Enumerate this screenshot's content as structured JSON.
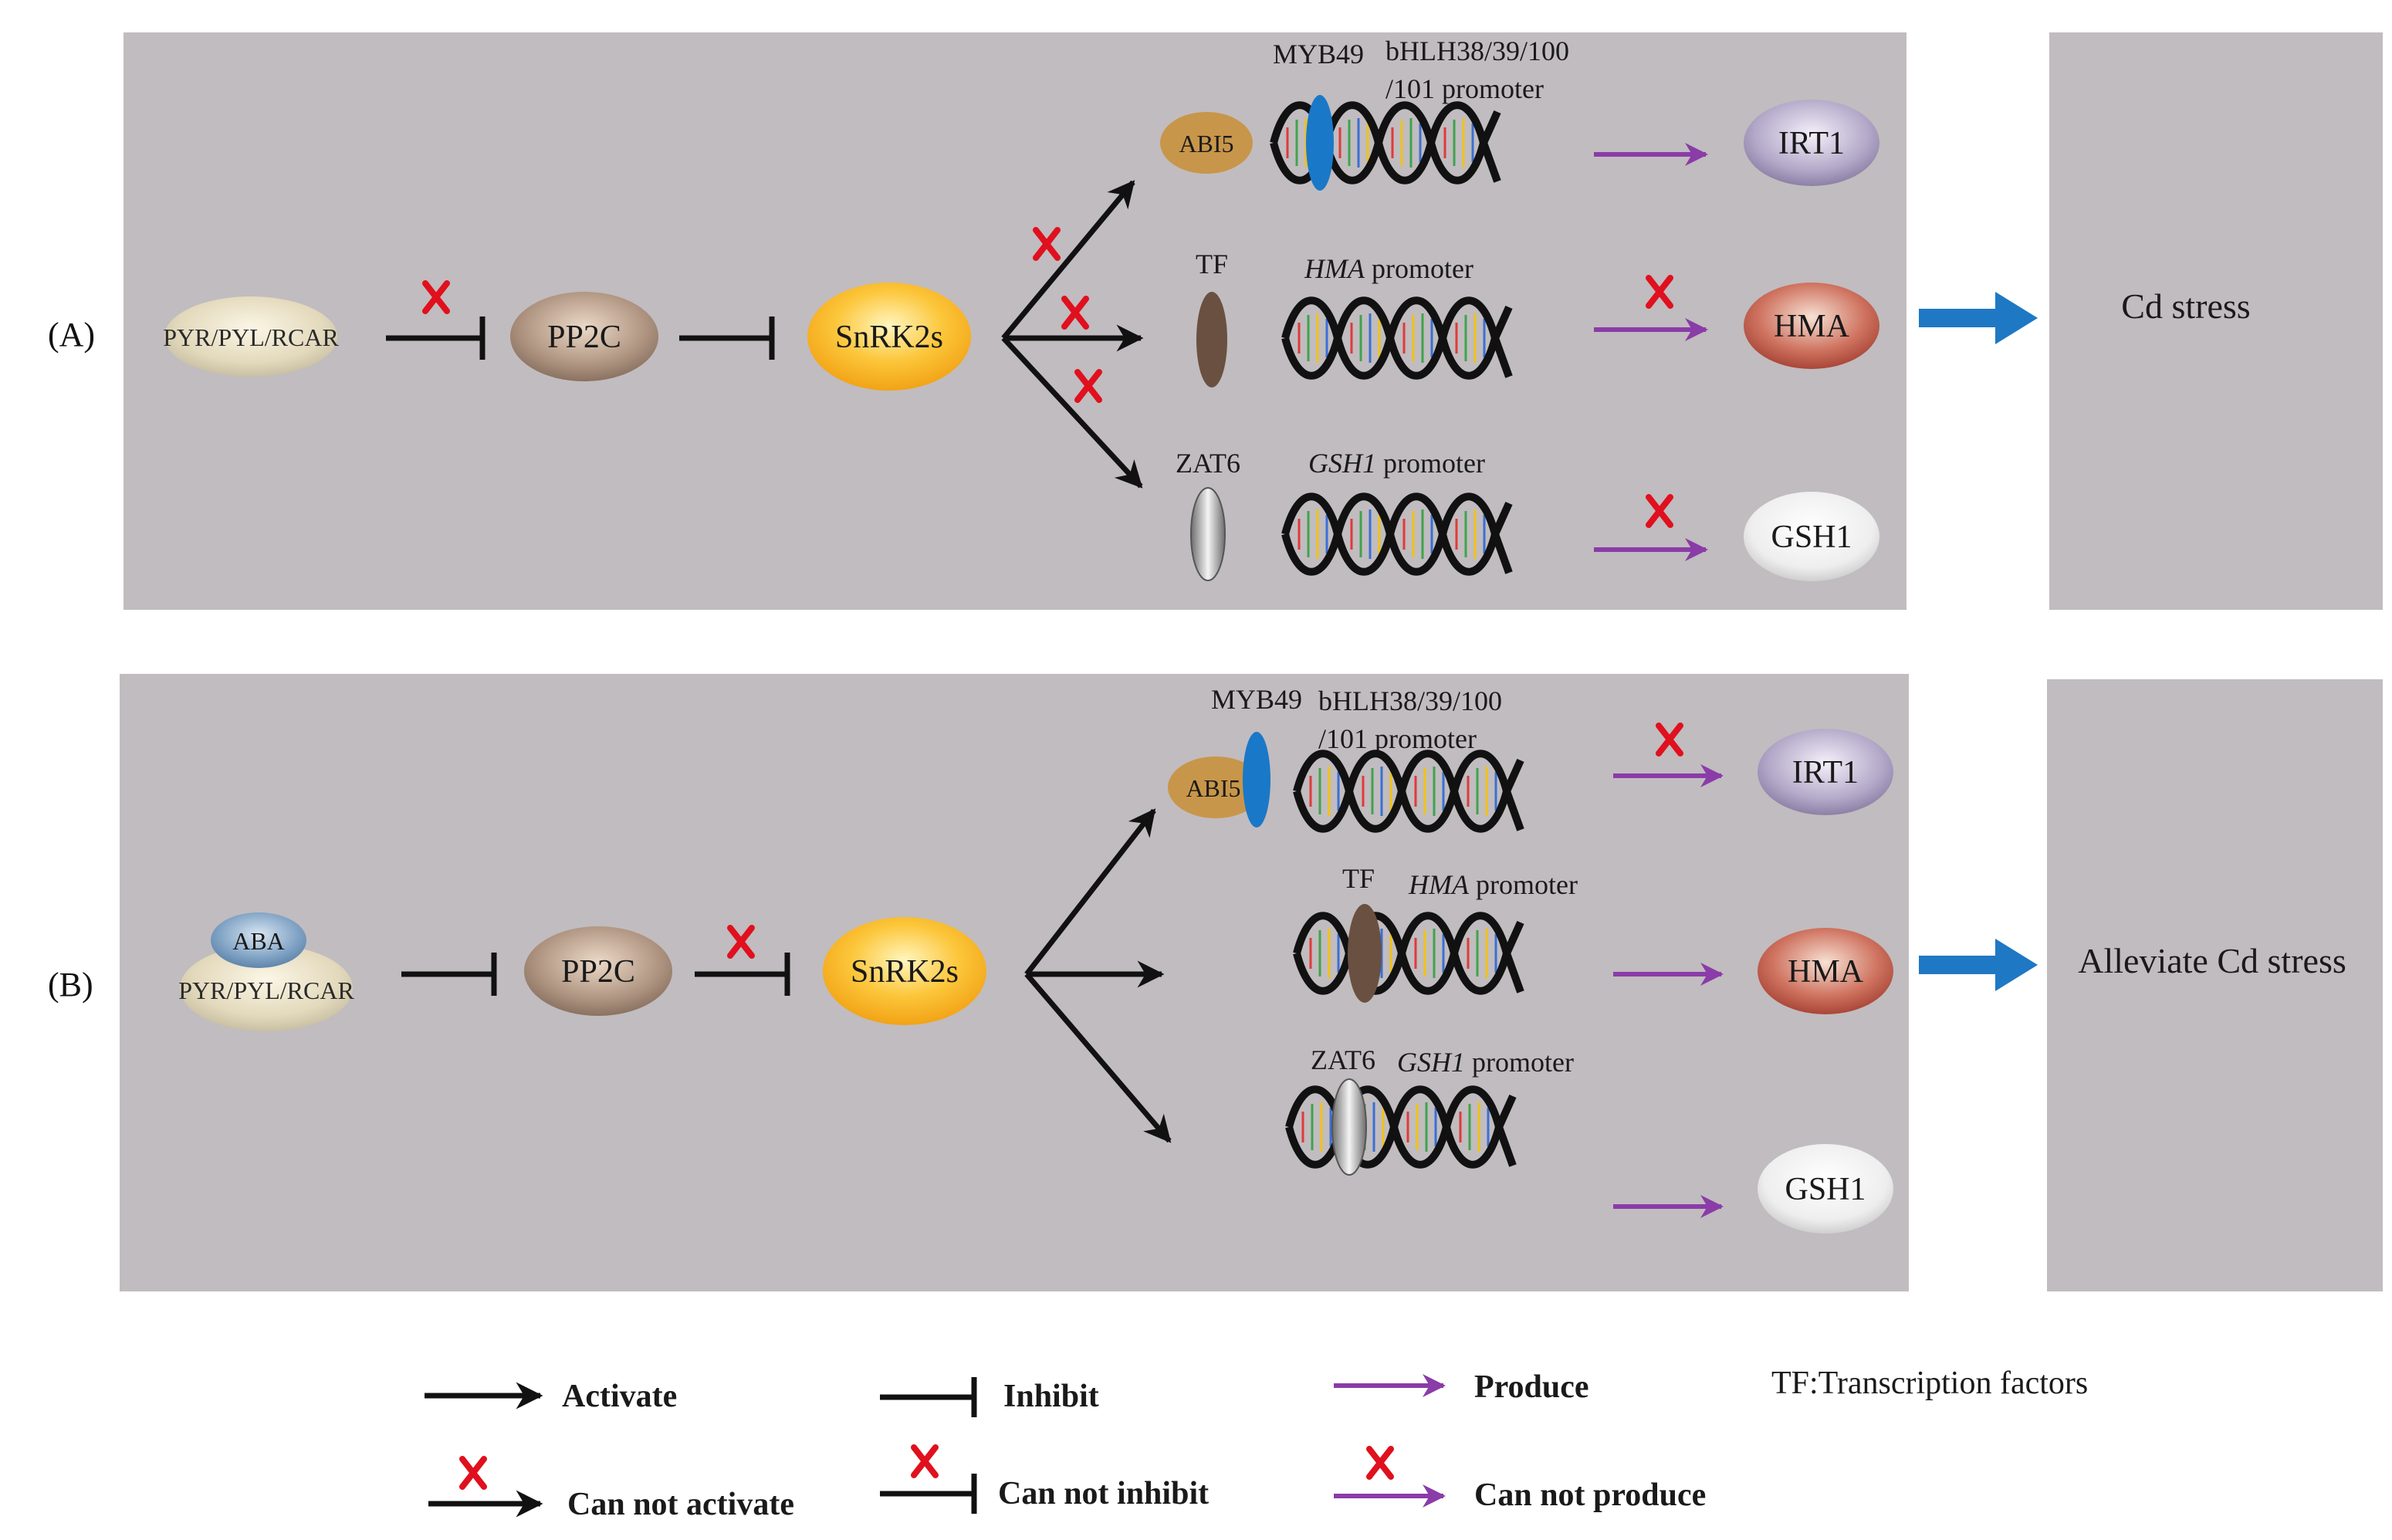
{
  "panels": {
    "a": {
      "label": "(A)",
      "receptor": "PYR/PYL/RCAR",
      "pp2c": "PP2C",
      "snrk": "SnRK2s",
      "abi5": "ABI5",
      "myb49": "MYB49",
      "bhlh_line1": "bHLH38/39/100",
      "bhlh_line2": "/101 promoter",
      "tf": "TF",
      "hma_italic": "HMA",
      "promoter_word": " promoter",
      "zat6": "ZAT6",
      "gsh1_italic": "GSH1",
      "irt1": "IRT1",
      "hma": "HMA",
      "gsh1": "GSH1",
      "outcome": "Cd stress"
    },
    "b": {
      "label": "(B)",
      "aba": "ABA",
      "receptor": "PYR/PYL/RCAR",
      "pp2c": "PP2C",
      "snrk": "SnRK2s",
      "abi5": "ABI5",
      "myb49": "MYB49",
      "bhlh_line1": "bHLH38/39/100",
      "bhlh_line2": "/101 promoter",
      "tf": "TF",
      "hma_italic": "HMA",
      "promoter_word": " promoter",
      "zat6": "ZAT6",
      "gsh1_italic": "GSH1",
      "irt1": "IRT1",
      "hma": "HMA",
      "gsh1": "GSH1",
      "outcome": "Alleviate Cd stress"
    }
  },
  "legend": {
    "activate": "Activate",
    "inhibit": "Inhibit",
    "produce": "Produce",
    "tf_note": "TF:Transcription factors",
    "cannot_activate": "Can not activate",
    "cannot_inhibit": "Can not inhibit",
    "cannot_produce": "Can not produce",
    "x_mark": "X"
  },
  "colors": {
    "panel_bg": "#c1bcbf",
    "arrow_black": "#111111",
    "arrow_purple": "#8a3ca8",
    "arrow_blue": "#1f78c4",
    "x_red": "#e0101e",
    "abi5": "#c8964a",
    "myb49": "#1a78c8",
    "tf": "#6a5040",
    "hma_node": "#b94a40",
    "irt1_node": "#9b8fb8",
    "gsh1_node": "#e8e8e8"
  },
  "icons": [
    "dna-helix-icon",
    "cross-mark-icon",
    "arrow-icon",
    "inhibit-bar-icon"
  ]
}
